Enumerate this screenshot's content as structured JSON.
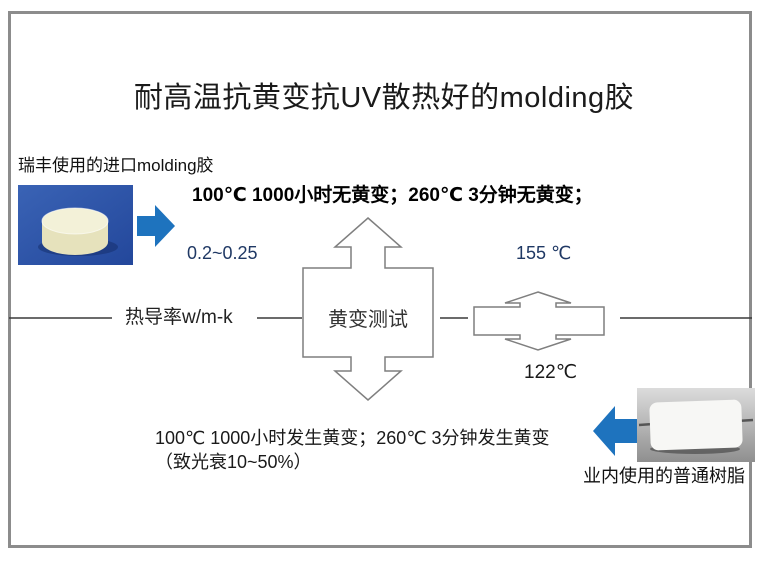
{
  "title": "耐高温抗黄变抗UV散热好的molding胶",
  "left_product": {
    "label": "瑞丰使用的进口molding胶",
    "image": "cream-molding-compound-puck-on-blue"
  },
  "right_product": {
    "label": "业内使用的普通树脂",
    "image": "white-resin-block-on-gray"
  },
  "top_result": "100℃ 1000小时无黄变；260℃  3分钟无黄变；",
  "bottom_result": {
    "line1": "100℃ 1000小时发生黄变；260℃ 3分钟发生黄变",
    "line2": "（致光衰10~50%）"
  },
  "thermal_conductivity": {
    "axis_label": "热导率w/m-k",
    "left_value": "0.2~0.25"
  },
  "temperatures": {
    "top_value": "155 ℃",
    "bottom_value": "122℃"
  },
  "center_test": {
    "label": "黄变测试"
  },
  "icons": {
    "right_arrow": "right-block-arrow",
    "left_arrow": "left-block-arrow",
    "up_down_arrow": "vertical-double-arrow-callout",
    "flat_up_down_arrow": "horizontal-bar-up-down-arrow"
  },
  "colors": {
    "arrow_blue": "#1e73be",
    "value_navy": "#1f3864",
    "shape_outline": "#7f7f7f",
    "frame_gray": "#8c8c8c",
    "puck_bg_blue": "#2a52a8",
    "puck_cream": "#f3f1d8"
  }
}
